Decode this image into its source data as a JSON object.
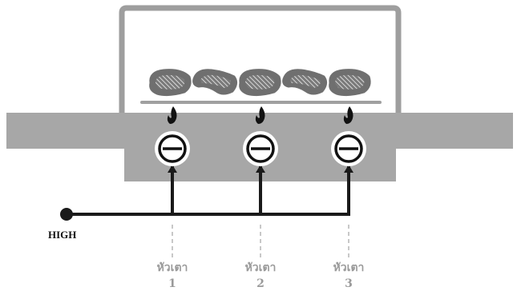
{
  "control_label": "HIGH",
  "burners": [
    {
      "label": "หัวเตา",
      "number": "1"
    },
    {
      "label": "หัวเตา",
      "number": "2"
    },
    {
      "label": "หัวเตา",
      "number": "3"
    }
  ],
  "colors": {
    "hood_outline": "#9e9e9e",
    "hood_fill": "#ffffff",
    "body_fill": "#a7a7a7",
    "knob_ring": "#111111",
    "knob_face": "#ffffff",
    "flame": "#111111",
    "line": "#1a1a1a",
    "dashed": "#c8c8c8",
    "meat_fill": "#757575",
    "grate": "#a0a0a0"
  },
  "icons": [
    "hood-icon",
    "steak-icon",
    "flame-icon",
    "knob-icon"
  ]
}
